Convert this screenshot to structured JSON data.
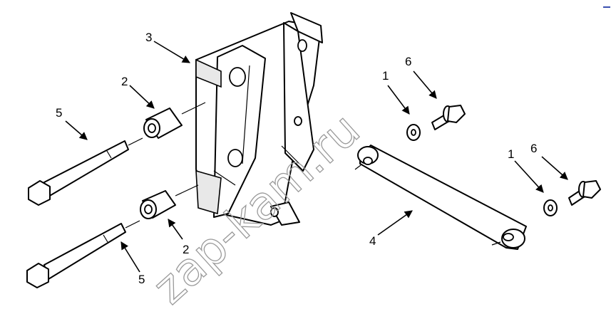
{
  "diagram": {
    "callouts": [
      {
        "id": "c3",
        "label": "3"
      },
      {
        "id": "c2a",
        "label": "2"
      },
      {
        "id": "c2b",
        "label": "2"
      },
      {
        "id": "c5a",
        "label": "5"
      },
      {
        "id": "c5b",
        "label": "5"
      },
      {
        "id": "c1a",
        "label": "1"
      },
      {
        "id": "c1b",
        "label": "1"
      },
      {
        "id": "c6a",
        "label": "6"
      },
      {
        "id": "c6b",
        "label": "6"
      },
      {
        "id": "c4",
        "label": "4"
      }
    ],
    "watermark": "zap-kam.ru"
  }
}
